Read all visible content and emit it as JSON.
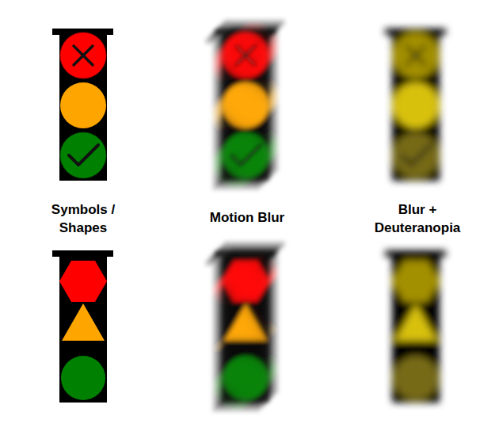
{
  "diagram": {
    "labels": [
      "Symbols / Shapes",
      "Motion Blur",
      "Blur + Deuteranopia"
    ]
  }
}
